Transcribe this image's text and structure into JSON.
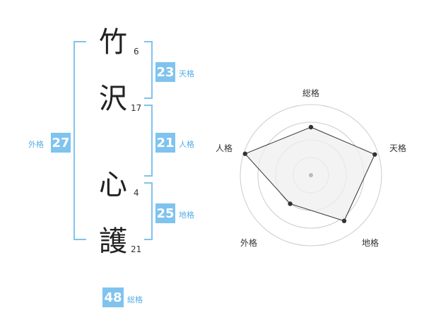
{
  "name": {
    "characters": [
      {
        "char": "竹",
        "strokes": "6"
      },
      {
        "char": "沢",
        "strokes": "17"
      },
      {
        "char": "心",
        "strokes": "4"
      },
      {
        "char": "護",
        "strokes": "21"
      }
    ]
  },
  "fortunes": {
    "tenkaku": {
      "value": "23",
      "label": "天格"
    },
    "jinkaku": {
      "value": "21",
      "label": "人格"
    },
    "chikaku": {
      "value": "25",
      "label": "地格"
    },
    "gaikaku": {
      "value": "27",
      "label": "外格"
    },
    "soukaku": {
      "value": "48",
      "label": "総格"
    }
  },
  "radar": {
    "axes": [
      "総格",
      "天格",
      "地格",
      "外格",
      "人格"
    ],
    "values": [
      0.68,
      0.95,
      0.8,
      0.5,
      0.98
    ],
    "max": 1,
    "rings": 4,
    "colors": {
      "ring": "#cccccc",
      "fill": "#efefef",
      "line": "#333333",
      "point": "#333333",
      "center": "#bbbbbb"
    }
  },
  "colors": {
    "accent": "#7fc3ee",
    "accent_text": "#55aee6"
  }
}
